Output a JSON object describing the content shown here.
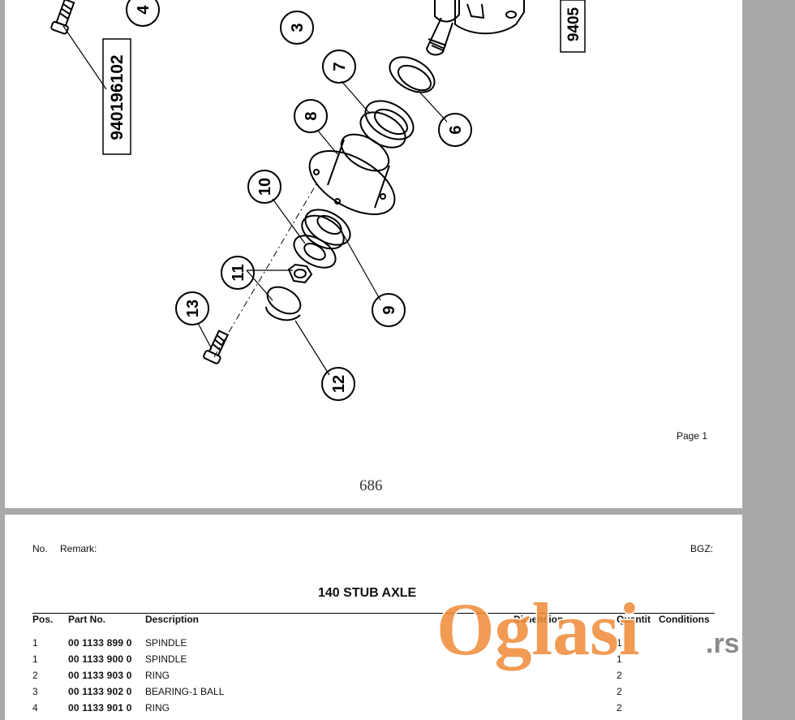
{
  "drawing": {
    "callouts": [
      "4",
      "3",
      "7",
      "6",
      "8",
      "10",
      "9",
      "11",
      "13",
      "12"
    ],
    "part_number_labels": [
      "940196102",
      "9405"
    ]
  },
  "page_label": "Page 1",
  "page_number": "686",
  "header": {
    "no_label": "No.",
    "remark_label": "Remark:",
    "bgz_label": "BGZ:"
  },
  "section_title": "140 STUB AXLE",
  "table": {
    "columns": {
      "pos": "Pos.",
      "part_no": "Part No.",
      "description": "Description",
      "dimension": "Dimension",
      "quantity": "Quantit",
      "conditions": "Conditions"
    },
    "rows": [
      {
        "pos": "1",
        "part_no": "00 1133 899 0",
        "description": "SPINDLE",
        "quantity": "1"
      },
      {
        "pos": "1",
        "part_no": "00 1133 900 0",
        "description": "SPINDLE",
        "quantity": "1"
      },
      {
        "pos": "2",
        "part_no": "00 1133 903 0",
        "description": "RING",
        "quantity": "2"
      },
      {
        "pos": "3",
        "part_no": "00 1133 902 0",
        "description": "BEARING-1 BALL",
        "quantity": "2"
      },
      {
        "pos": "4",
        "part_no": "00 1133 901 0",
        "description": "RING",
        "quantity": "2"
      }
    ]
  },
  "watermark": {
    "text": "Oglasi",
    "suffix": ".rs",
    "color": "#ef8a36"
  }
}
